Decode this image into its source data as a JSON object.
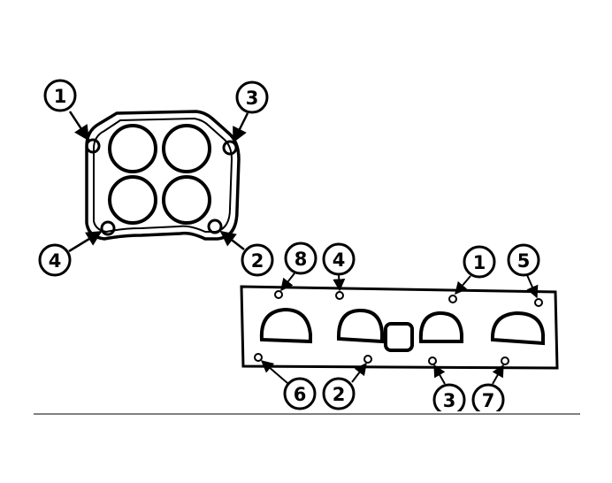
{
  "carb_gasket": {
    "callouts": [
      {
        "id": "c1",
        "label": "1"
      },
      {
        "id": "c3",
        "label": "3"
      },
      {
        "id": "c4",
        "label": "4"
      },
      {
        "id": "c2",
        "label": "2"
      }
    ]
  },
  "manifold_gasket": {
    "callouts": [
      {
        "id": "m8",
        "label": "8"
      },
      {
        "id": "m4",
        "label": "4"
      },
      {
        "id": "m1",
        "label": "1"
      },
      {
        "id": "m5",
        "label": "5"
      },
      {
        "id": "m6",
        "label": "6"
      },
      {
        "id": "m2",
        "label": "2"
      },
      {
        "id": "m3",
        "label": "3"
      },
      {
        "id": "m7",
        "label": "7"
      }
    ]
  }
}
